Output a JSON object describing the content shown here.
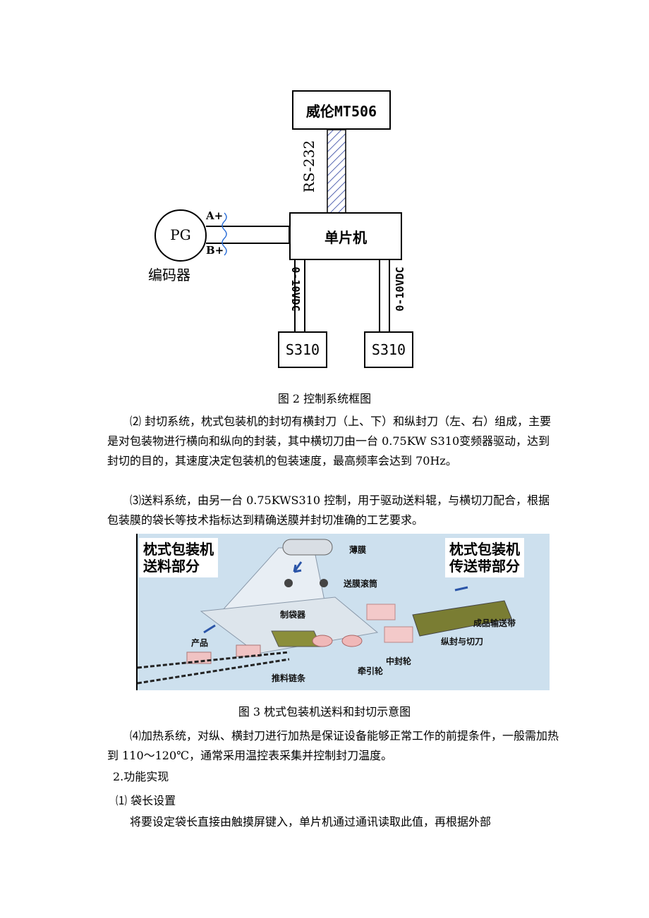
{
  "figure2": {
    "mt506": "威伦MT506",
    "rs232": "RS-232",
    "mcu": "单片机",
    "pg": "PG",
    "encoder": "编码器",
    "a_plus": "A+",
    "b_plus": "B+",
    "volt_left": "0-10VDC",
    "volt_right": "0-10VDC",
    "s310_left": "S310",
    "s310_right": "S310",
    "caption": "图 2  控制系统框图"
  },
  "para2": "⑵ 封切系统，枕式包装机的封切有横封刀（上、下）和纵封刀（左、右）组成，主要是对包装物进行横向和纵向的封装，其中横切刀由一台 0.75KW S310变频器驱动，达到封切的目的，其速度决定包装机的包装速度，最高频率会达到 70Hz。",
  "para3": "⑶送料系统，由另一台 0.75KWS310 控制，用于驱动送料辊，与横切刀配合，根据包装膜的袋长等技术指标达到精确送膜并封切准确的工艺要求。",
  "figure3": {
    "title_left_1": "枕式包装机",
    "title_left_2": "送料部分",
    "title_right_1": "枕式包装机",
    "title_right_2": "传送带部分",
    "film": "薄膜",
    "feed_roller": "送膜滚筒",
    "bag_maker": "制袋器",
    "product": "产品",
    "conveyor": "成品输送带",
    "cutter": "纵封与切刀",
    "center_seal": "中封轮",
    "pull_wheel": "牵引轮",
    "push_chain": "推料链条",
    "caption": "图 3  枕式包装机送料和封切示意图"
  },
  "para4": "⑷加热系统，对纵、横封刀进行加热是保证设备能够正常工作的前提条件，一般需加热到 110～120℃，通常采用温控表采集并控制封刀温度。",
  "heading2": "2.功能实现",
  "heading2_1": "⑴ 袋长设置",
  "para5": "将要设定袋长直接由触摸屏键入，单片机通过通讯读取此值，再根据外部"
}
